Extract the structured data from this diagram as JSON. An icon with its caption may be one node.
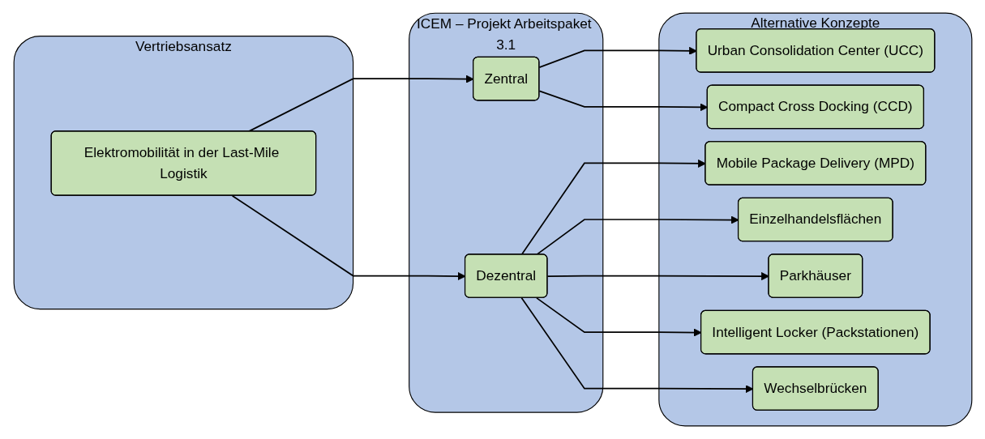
{
  "diagram": {
    "nodes": [
      {
        "text": [
          "Vertriebsansatz"
        ]
      },
      {
        "text": [
          "Elektromobilität in der Last-Mile Logistik"
        ],
        "in": 0
      },
      {
        "text": [
          "ICEM – Projekt Arbeitspaket 3.1"
        ]
      },
      {
        "text": [
          "Zentral"
        ],
        "in": 2
      },
      {
        "text": [
          "Dezentral"
        ],
        "in": 2
      },
      {
        "text": [
          "Alternative Konzepte"
        ]
      },
      {
        "text": [
          "Urban Consolidation Center (UCC)"
        ],
        "in": 5
      },
      {
        "text": [
          "Compact Cross Docking (CCD)"
        ],
        "in": 5
      },
      {
        "text": [
          "Mobile Package Delivery (MPD)"
        ],
        "in": 5
      },
      {
        "text": [
          "Einzelhandelsflächen"
        ],
        "in": 5
      },
      {
        "text": [
          "Parkhäuser"
        ],
        "in": 5
      },
      {
        "text": [
          "Intelligent Locker (Packstationen)"
        ],
        "in": 5
      },
      {
        "text": [
          "Wechselbrücken"
        ],
        "in": 5
      }
    ],
    "edges": [
      {
        "from": 1,
        "to": 3,
        "arrow": "to"
      },
      {
        "from": 1,
        "to": 4,
        "arrow": "to"
      },
      {
        "from": 3,
        "to": 6,
        "arrow": "to"
      },
      {
        "from": 3,
        "to": 7,
        "arrow": "to"
      },
      {
        "from": 4,
        "to": 8,
        "arrow": "to"
      },
      {
        "from": 4,
        "to": 9,
        "arrow": "to"
      },
      {
        "from": 4,
        "to": 10,
        "arrow": "to"
      },
      {
        "from": 4,
        "to": 11,
        "arrow": "to"
      },
      {
        "from": 4,
        "to": 12,
        "arrow": "to"
      }
    ]
  }
}
